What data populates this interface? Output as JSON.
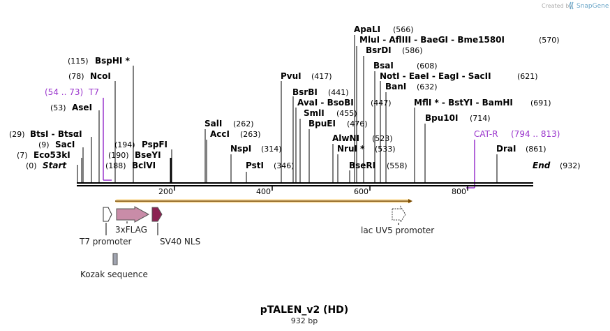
{
  "credit": {
    "prefix": "Created by",
    "brand": "SnapGene"
  },
  "plasmid": {
    "name": "pTALEN_v2 (HD)",
    "length": "932 bp"
  },
  "ruler": {
    "ticks": [
      "200",
      "400",
      "600",
      "800"
    ]
  },
  "colors": {
    "primer": "#9933cc",
    "orf_fill": "#f7b731",
    "three_xflag": "#c98ca8",
    "sv40_nls": "#8b2252",
    "kozak": "#a0a4b0"
  },
  "sites": [
    {
      "pos": "(0)",
      "name": "Start"
    },
    {
      "pos": "(7)",
      "name": "Eco53kI"
    },
    {
      "pos": "(9)",
      "name": "SacI"
    },
    {
      "pos": "(29)",
      "name": "BtsI - BtsαI"
    },
    {
      "pos": "(53)",
      "name": "AseI"
    },
    {
      "pos": "(78)",
      "name": "NcoI"
    },
    {
      "pos": "(115)",
      "name": "BspHI *"
    },
    {
      "pos": "(188)",
      "name": "BclVI"
    },
    {
      "pos": "(190)",
      "name": "BseYI"
    },
    {
      "pos": "(194)",
      "name": "PspFI"
    },
    {
      "pos": "(262)",
      "name": "SalI"
    },
    {
      "pos": "(263)",
      "name": "AccI"
    },
    {
      "pos": "(314)",
      "name": "NspI"
    },
    {
      "pos": "(346)",
      "name": "PstI"
    },
    {
      "pos": "(417)",
      "name": "PvuI"
    },
    {
      "pos": "(441)",
      "name": "BsrBI"
    },
    {
      "pos": "(447)",
      "name": "AvaI - BsoBI"
    },
    {
      "pos": "(455)",
      "name": "SmlI"
    },
    {
      "pos": "(476)",
      "name": "BpuEI"
    },
    {
      "pos": "(523)",
      "name": "AlwNI"
    },
    {
      "pos": "(533)",
      "name": "NruI *"
    },
    {
      "pos": "(558)",
      "name": "BseRI"
    },
    {
      "pos": "(566)",
      "name": "ApaLI"
    },
    {
      "pos": "(570)",
      "name": "MluI - AflIII - BaeGI - Bme1580I"
    },
    {
      "pos": "(586)",
      "name": "BsrDI"
    },
    {
      "pos": "(608)",
      "name": "BsaI"
    },
    {
      "pos": "(621)",
      "name": "NotI - EaeI - EagI - SacII"
    },
    {
      "pos": "(632)",
      "name": "BanI"
    },
    {
      "pos": "(691)",
      "name": "MflI * - BstYI - BamHI"
    },
    {
      "pos": "(714)",
      "name": "Bpu10I"
    },
    {
      "pos": "(861)",
      "name": "DraI"
    },
    {
      "pos": "(932)",
      "name": "End"
    }
  ],
  "primers": [
    {
      "name": "T7",
      "range": "(54 .. 73)"
    },
    {
      "name": "CAT-R",
      "range": "(794 .. 813)"
    }
  ],
  "features": [
    {
      "name": "T7 promoter"
    },
    {
      "name": "3xFLAG"
    },
    {
      "name": "SV40 NLS"
    },
    {
      "name": "lac UV5 promoter"
    },
    {
      "name": "Kozak sequence"
    }
  ]
}
